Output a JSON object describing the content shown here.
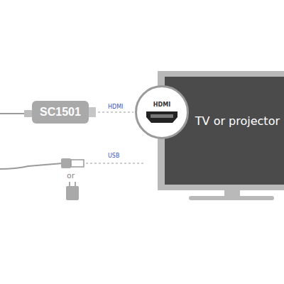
{
  "diagram": {
    "nodes": [
      {
        "text": [
          "SC1501"
        ]
      },
      {
        "text": [
          "HDMI"
        ]
      },
      {
        "text": [
          "TV or projector"
        ]
      }
    ],
    "edges": [
      {
        "from": 0,
        "to": 1,
        "arrow": "none",
        "label": "HDMI"
      }
    ],
    "labels": [
      "USB",
      "or"
    ]
  }
}
